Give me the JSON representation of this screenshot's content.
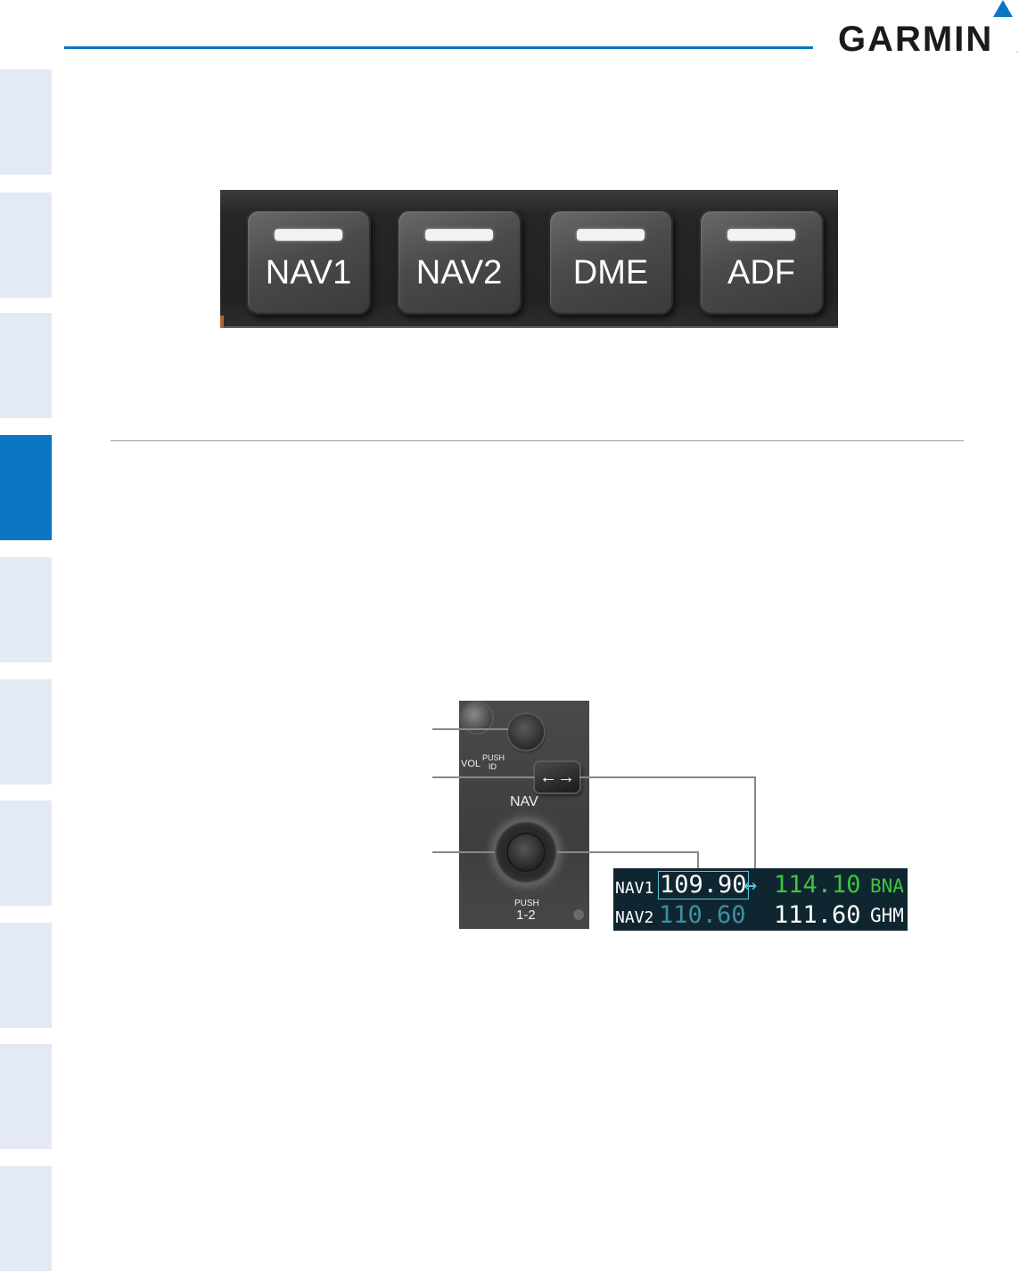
{
  "header": {
    "brand": "GARMIN",
    "brand_mark": "."
  },
  "audio_keys": [
    {
      "label": "NAV1"
    },
    {
      "label": "NAV2"
    },
    {
      "label": "DME"
    },
    {
      "label": "ADF"
    }
  ],
  "nav_panel": {
    "vol_label": "VOL",
    "push_label": "PUSH",
    "id_label": "ID",
    "swap_symbol": "←→",
    "nav_label": "NAV",
    "knob_push_label": "PUSH",
    "knob_mode_label": "1-2"
  },
  "freq_display": {
    "rows": [
      {
        "name": "NAV1",
        "standby": "109.90",
        "arrow": "↔",
        "active": "114.10",
        "ident": "BNA"
      },
      {
        "name": "NAV2",
        "standby": "110.60",
        "arrow": "",
        "active": "111.60",
        "ident": "GHM"
      }
    ],
    "colors": {
      "standby_selected": "#ffffff",
      "standby_dim": "#3f8fa0",
      "active_tuned": "#3ec43e",
      "active_plain": "#ffffff",
      "cursor_box": "#56c6df"
    }
  }
}
